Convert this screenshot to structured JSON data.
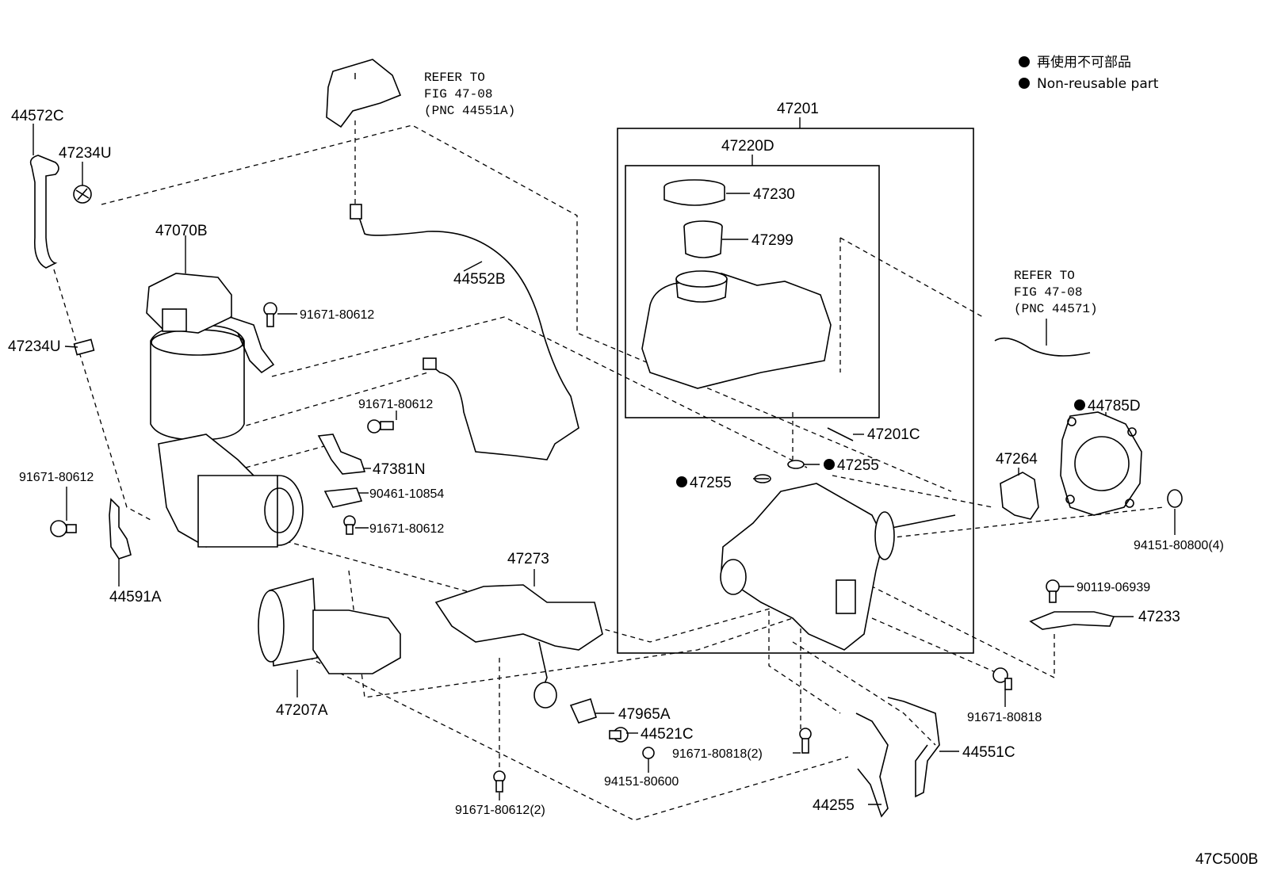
{
  "legend": {
    "line1": "再使用不可部品",
    "line2": "Non-reusable part"
  },
  "refer1": {
    "l1": "REFER TO",
    "l2": "FIG 47-08",
    "l3": "(PNC 44551A)"
  },
  "refer2": {
    "l1": "REFER TO",
    "l2": "FIG 47-08",
    "l3": "(PNC 44571)"
  },
  "parts": {
    "p44572C": "44572C",
    "p47234U_a": "47234U",
    "p47070B": "47070B",
    "p47234U_b": "47234U",
    "p91671_80612_a": "91671-80612",
    "p44552B": "44552B",
    "p91671_80612_b": "91671-80612",
    "p47381N": "47381N",
    "p90461_10854": "90461-10854",
    "p91671_80612_c": "91671-80612",
    "p91671_80612_d": "91671-80612",
    "p44591A": "44591A",
    "p47273": "47273",
    "p47207A": "47207A",
    "p47965A": "47965A",
    "p44521C": "44521C",
    "p94151_80600": "94151-80600",
    "p91671_80612_2": "91671-80612(2)",
    "p47201": "47201",
    "p47220D": "47220D",
    "p47230": "47230",
    "p47299": "47299",
    "p47201C": "47201C",
    "p47255_a": "47255",
    "p47255_b": "47255",
    "p91671_80818_2": "91671-80818(2)",
    "p44255": "44255",
    "p44551C": "44551C",
    "p47264": "47264",
    "p44785D": "44785D",
    "p94151_80800_4": "94151-80800(4)",
    "p90119_06939": "90119-06939",
    "p47233": "47233",
    "p91671_80818": "91671-80818"
  },
  "figure_code": "47C500B"
}
